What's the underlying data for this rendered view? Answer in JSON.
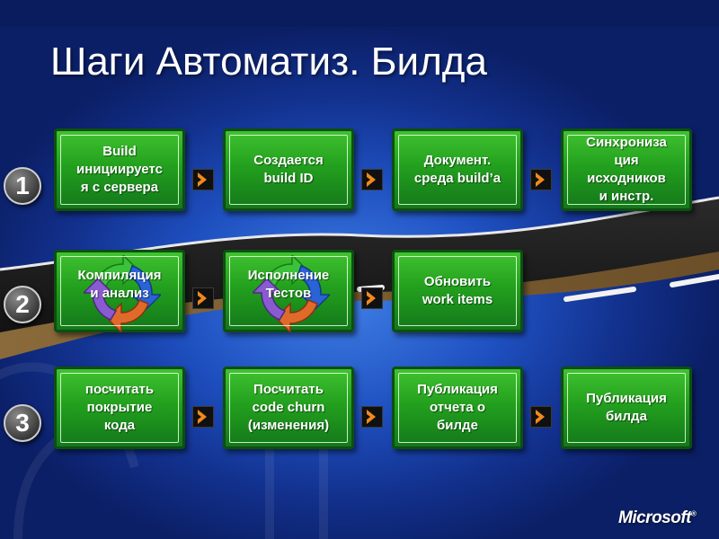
{
  "slide": {
    "title": "Шаги Автоматиз. Билда",
    "logo": "Microsoft"
  },
  "rows": [
    {
      "number": "1",
      "steps": [
        "Build\nинициируетс\nя с сервера",
        "Создается\nbuild ID",
        "Документ.\nсреда build’a",
        "Синхрониза\nция\nисходников\nи инстр."
      ]
    },
    {
      "number": "2",
      "steps": [
        "Компиляция\nи анализ",
        "Исполнение\nТестов",
        "Обновить\nwork items"
      ]
    },
    {
      "number": "3",
      "steps": [
        "посчитать\nпокрытие\nкода",
        "Посчитать\ncode churn\n(изменения)",
        "Публикация\nотчета о\nбилде",
        "Публикация\nбилда"
      ]
    }
  ],
  "icons": {
    "cycle": "refresh-cycle-icon",
    "arrow": "chevron-right-icon"
  },
  "colors": {
    "box": "#23a01e",
    "box_border": "#0d4f12",
    "arrow": "#f08a1e",
    "background": "#1e4fbf"
  }
}
